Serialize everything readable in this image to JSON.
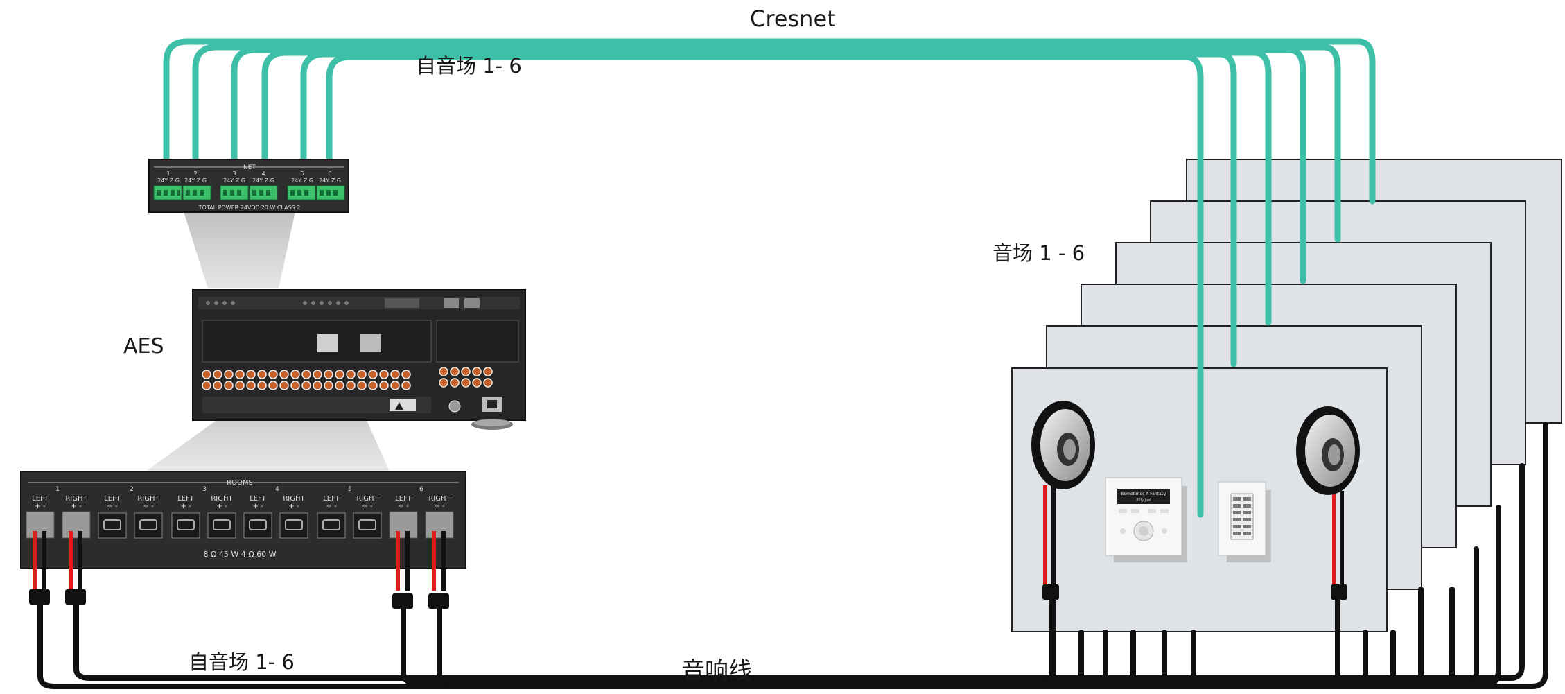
{
  "labels": {
    "cresnet": "Cresnet",
    "from_zones_top": "自音场 1- 6",
    "zones": "音场 1 - 6",
    "aes": "AES",
    "from_zones_bottom": "自音场 1- 6",
    "speaker_wire": "音响线"
  },
  "net_panel": {
    "header": "NET",
    "port_numbers": [
      "1",
      "2",
      "3",
      "4",
      "5",
      "6"
    ],
    "pin_labels": "24Y Z G",
    "footer": "TOTAL POWER  24VDC  20 W CLASS 2"
  },
  "rooms_panel": {
    "header": "ROOMS",
    "room_numbers": [
      "1",
      "2",
      "3",
      "4",
      "5",
      "6"
    ],
    "left_label": "LEFT",
    "right_label": "RIGHT",
    "footer": "8 Ω 45 W   4 Ω 60 W"
  },
  "keypad_display": {
    "line1": "Sometimes A Fantasy",
    "line2": "Billy Joel"
  },
  "colors": {
    "cresnet_cable": "#3ebfa8",
    "speaker_wire": "#111111",
    "red_wire": "#e01b1b",
    "room_panel": "#dfe3e7",
    "equipment": "#2b2b2b"
  }
}
